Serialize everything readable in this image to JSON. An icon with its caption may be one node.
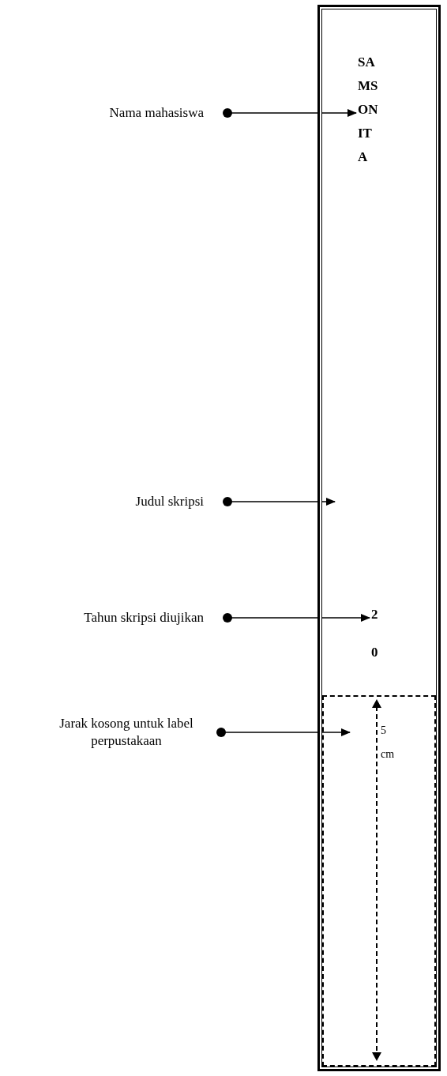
{
  "diagram": {
    "nodes": [
      {
        "text": [],
        "shape": "box"
      },
      {
        "text": [
          "Nama mahasiswa"
        ]
      },
      {
        "text": [
          "SA MS ON IT A"
        ],
        "in": 0
      },
      {
        "text": [
          "Judul skripsi"
        ]
      },
      {
        "text": [
          "Tahun skripsi diujikan"
        ]
      },
      {
        "text": [
          "2 0"
        ],
        "in": 0
      },
      {
        "text": [
          "Jarak kosong untuk label perpustakaan"
        ]
      },
      {
        "text": [],
        "shape": "box",
        "in": 0
      }
    ],
    "edges": [
      {
        "from": 1,
        "to": 2,
        "arrow": "to"
      },
      {
        "from": 3,
        "to": 0,
        "arrow": "to"
      },
      {
        "from": 4,
        "to": 5,
        "arrow": "to"
      },
      {
        "from": 6,
        "to": 7,
        "arrow": "to"
      }
    ],
    "labels": [
      "5 cm"
    ]
  }
}
